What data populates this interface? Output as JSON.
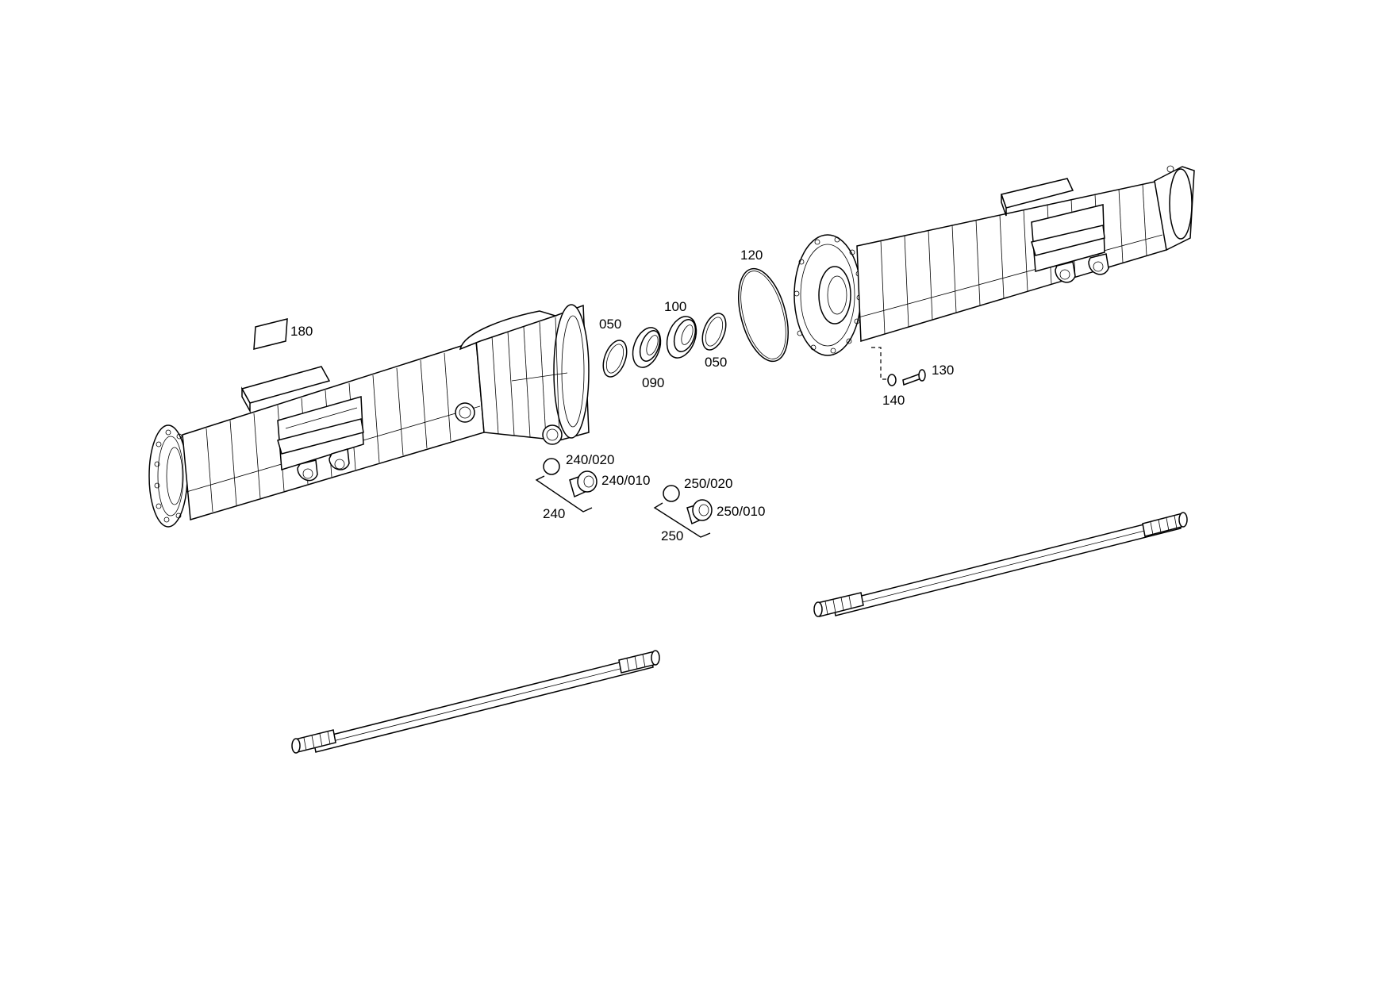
{
  "callouts": {
    "c180": "180",
    "c050a": "050",
    "c090": "090",
    "c100": "100",
    "c050b": "050",
    "c120": "120",
    "c130": "130",
    "c140": "140",
    "c240_020": "240/020",
    "c240_010": "240/010",
    "c240": "240",
    "c250_020": "250/020",
    "c250_010": "250/010",
    "c250": "250"
  }
}
